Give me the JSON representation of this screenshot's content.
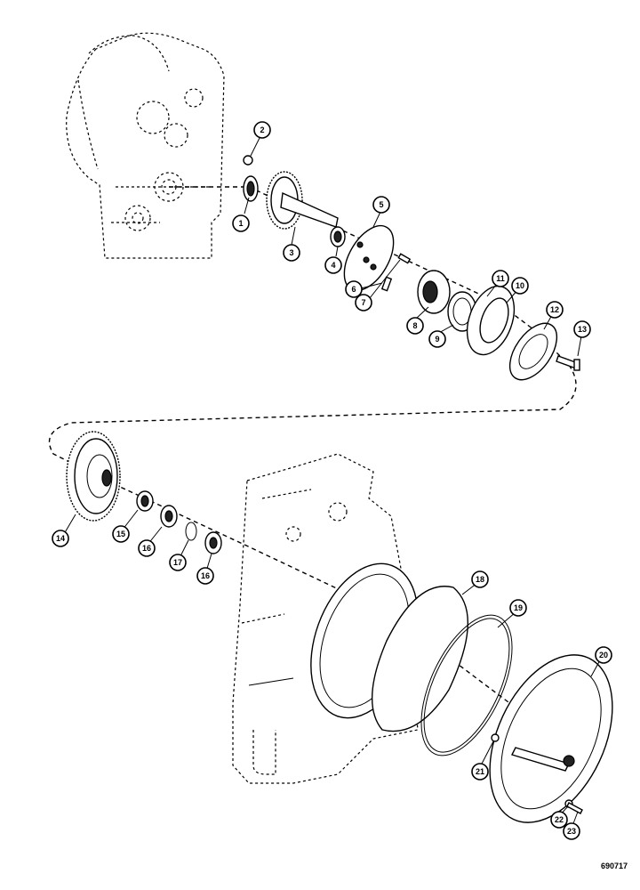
{
  "callouts": [
    "1",
    "2",
    "3",
    "4",
    "5",
    "6",
    "7",
    "8",
    "9",
    "10",
    "11",
    "12",
    "13",
    "14",
    "15",
    "16",
    "16",
    "17",
    "18",
    "19",
    "20",
    "21",
    "22",
    "23"
  ],
  "drawing_number": "690717"
}
